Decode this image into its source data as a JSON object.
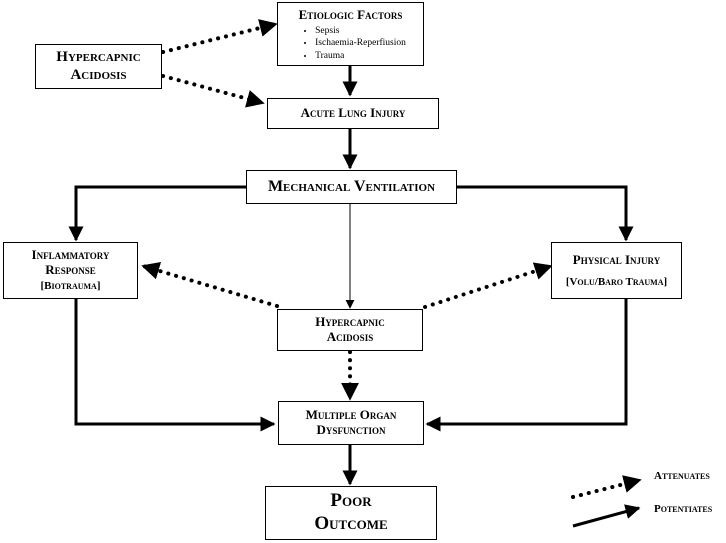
{
  "nodes": {
    "etiologic": {
      "title": "Etiologic Factors",
      "items": [
        "Sepsis",
        "Ischaemia-Reperfiusion",
        "Trauma"
      ]
    },
    "hypercapnic_top": {
      "line1": "Hypercapnic",
      "line2": "Acidosis"
    },
    "acute_lung_injury": {
      "label": "Acute Lung Injury"
    },
    "mechanical_ventilation": {
      "label": "Mechanical Ventilation"
    },
    "inflammatory": {
      "line1": "Inflammatory",
      "line2": "Response",
      "sub": "[Biotrauma]"
    },
    "physical": {
      "line1": "Physical Injury",
      "sub": "[Volu/Baro Trauma]"
    },
    "hypercapnic_center": {
      "line1": "Hypercapnic",
      "line2": "Acidosis"
    },
    "mod": {
      "line1": "Multiple Organ",
      "line2": "Dysfunction"
    },
    "poor_outcome": {
      "line1": "Poor",
      "line2": "Outcome"
    }
  },
  "legend": {
    "attenuates": "Attenuates",
    "potentiates": "Potentiates"
  },
  "edges": [
    {
      "from": "hypercapnic_top",
      "to": "etiologic",
      "style": "dotted"
    },
    {
      "from": "hypercapnic_top",
      "to": "acute_lung_injury",
      "style": "dotted"
    },
    {
      "from": "etiologic",
      "to": "acute_lung_injury",
      "style": "solid"
    },
    {
      "from": "acute_lung_injury",
      "to": "mechanical_ventilation",
      "style": "solid"
    },
    {
      "from": "mechanical_ventilation",
      "to": "inflammatory",
      "style": "solid"
    },
    {
      "from": "mechanical_ventilation",
      "to": "physical",
      "style": "solid"
    },
    {
      "from": "mechanical_ventilation",
      "to": "hypercapnic_center",
      "style": "thin"
    },
    {
      "from": "hypercapnic_center",
      "to": "inflammatory",
      "style": "dotted"
    },
    {
      "from": "hypercapnic_center",
      "to": "physical",
      "style": "dotted"
    },
    {
      "from": "hypercapnic_center",
      "to": "mod",
      "style": "dotted"
    },
    {
      "from": "inflammatory",
      "to": "mod",
      "style": "solid"
    },
    {
      "from": "physical",
      "to": "mod",
      "style": "solid"
    },
    {
      "from": "mod",
      "to": "poor_outcome",
      "style": "solid"
    }
  ]
}
